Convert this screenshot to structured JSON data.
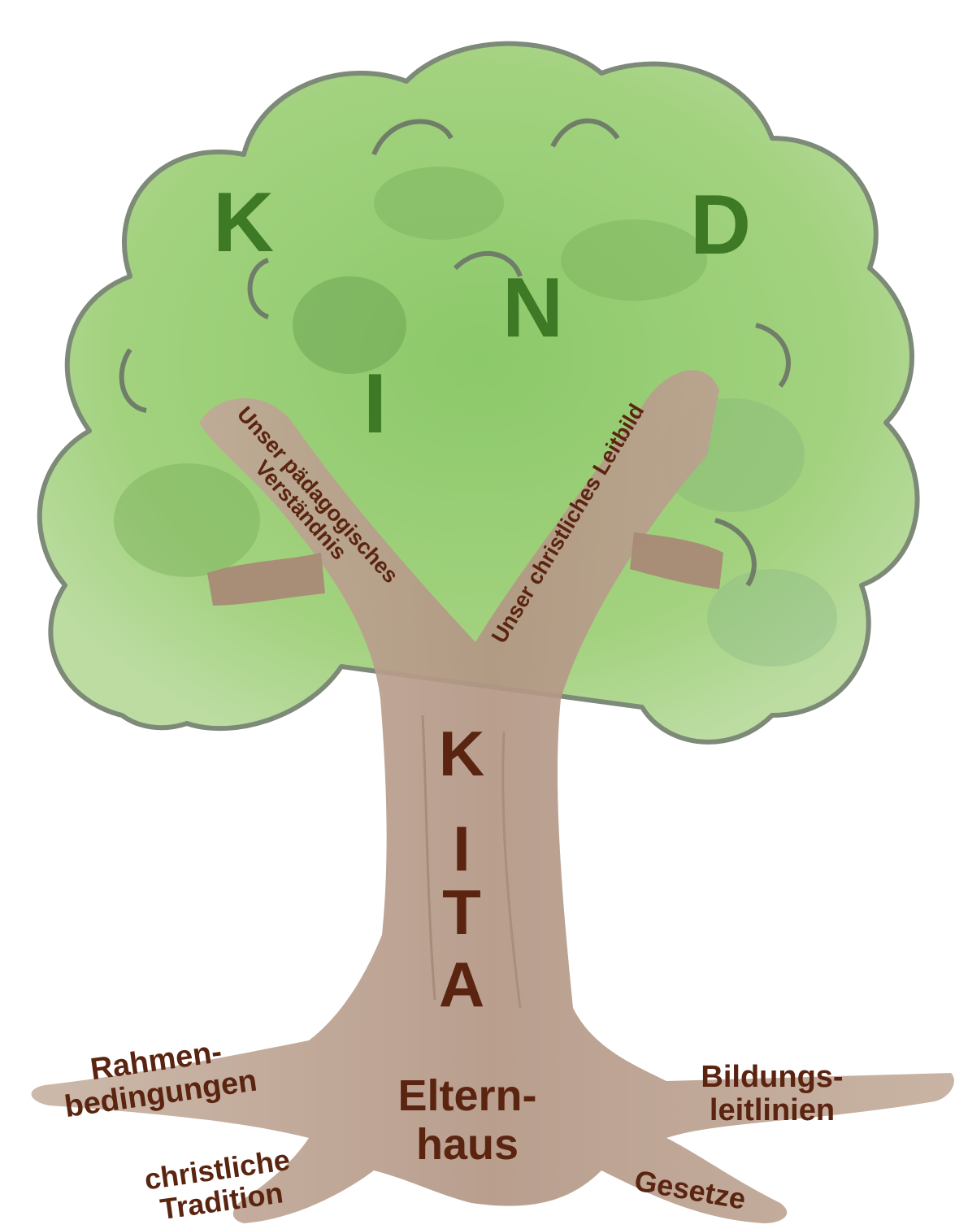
{
  "crown_word": [
    "K",
    "I",
    "N",
    "D"
  ],
  "trunk_word": [
    "K",
    "I",
    "T",
    "A"
  ],
  "branches": {
    "left": "Unser pädagogisches\nVerständnis",
    "right": "Unser christliches Leitbild"
  },
  "roots": {
    "rahmen_line1": "Rahmen-",
    "rahmen_line2": "bedingungen",
    "tradition_line1": "christliche",
    "tradition_line2": "Tradition",
    "eltern_line1": "Eltern-",
    "eltern_line2": "haus",
    "bildung_line1": "Bildungs-",
    "bildung_line2": "leitlinien",
    "gesetze": "Gesetze"
  },
  "colors": {
    "crown_text": "#3e7a25",
    "trunk_text": "#5a2410",
    "foliage": "#9ccf7a",
    "trunk": "#b79a85"
  }
}
